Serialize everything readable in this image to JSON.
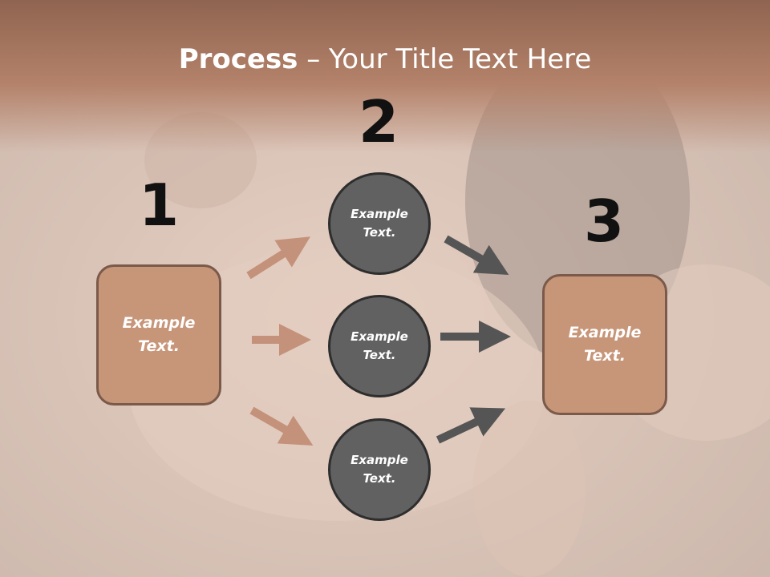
{
  "title": {
    "bold": "Process",
    "rest": " – Your Title Text Here"
  },
  "steps": {
    "one": {
      "number": "1",
      "label": "Example\nText."
    },
    "two": {
      "number": "2",
      "items": [
        "Example\nText.",
        "Example\nText.",
        "Example\nText."
      ]
    },
    "three": {
      "number": "3",
      "label": "Example\nText."
    }
  },
  "colors": {
    "band": "#b07e64",
    "box_fill": "#c79578",
    "circle_fill": "#616161",
    "arrow_left": "#c4917a",
    "arrow_right": "#555555"
  }
}
